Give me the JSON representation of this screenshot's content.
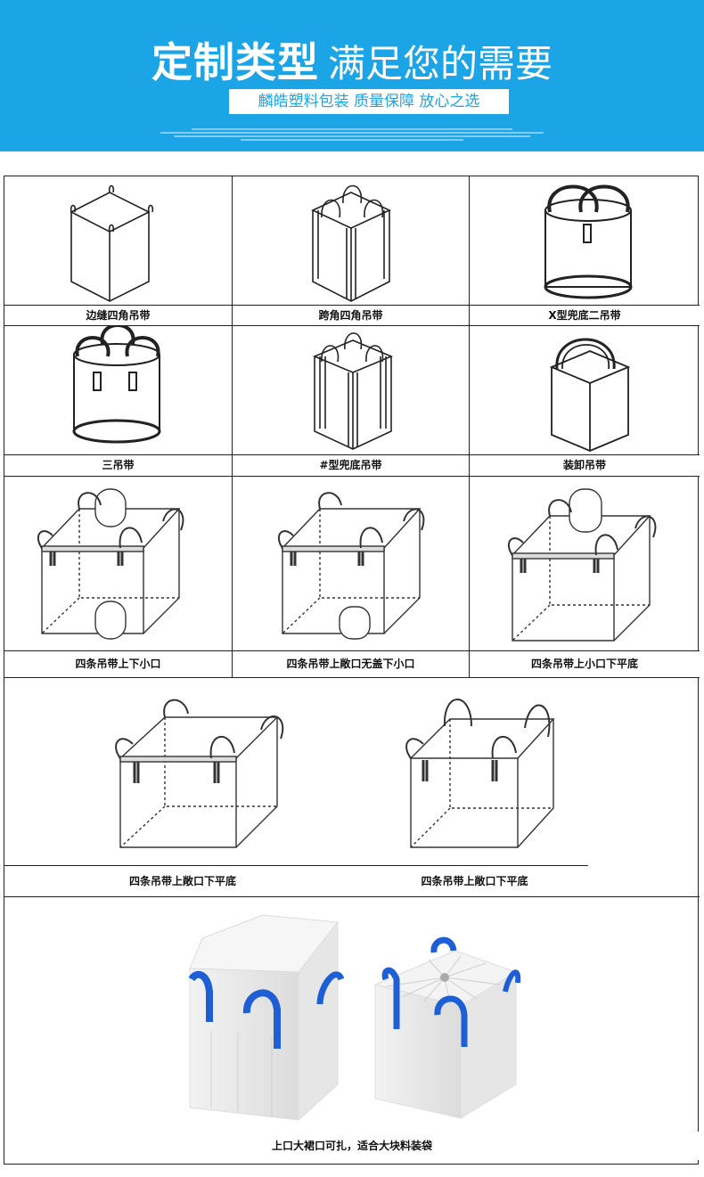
{
  "banner": {
    "title_bold": "定制类型",
    "title_light": "满足您的需要",
    "slogan": "麟皓塑料包装  质量保障  放心之选"
  },
  "colors": {
    "banner_bg": "#1ba5e6",
    "strap_blue": "#1f5fd6"
  },
  "rows": [
    {
      "items": [
        {
          "label": "边缝四角吊带",
          "icon": "cube-bag-corner-loops-icon"
        },
        {
          "label": "跨角四角吊带",
          "icon": "cube-bag-cross-corner-loops-icon"
        },
        {
          "label": "X型兜底二吊带",
          "icon": "round-bag-two-loops-icon"
        }
      ]
    },
    {
      "items": [
        {
          "label": "三吊带",
          "icon": "round-bag-three-loops-icon"
        },
        {
          "label": "#型兜底吊带",
          "icon": "cube-bag-hash-loops-icon"
        },
        {
          "label": "装卸吊带",
          "icon": "cube-bag-single-loop-icon"
        }
      ]
    },
    {
      "items": [
        {
          "label": "四条吊带上下小口",
          "icon": "bag-top-spout-bottom-spout-icon"
        },
        {
          "label": "四条吊带上敞口无盖下小口",
          "icon": "bag-open-top-bottom-spout-icon"
        },
        {
          "label": "四条吊带上小口下平底",
          "icon": "bag-top-spout-flat-bottom-icon"
        }
      ]
    },
    {
      "items": [
        {
          "label": "四条吊带上敞口下平底",
          "icon": "bag-open-top-flat-bottom-icon"
        },
        {
          "label": "四条吊带上敞口下平底",
          "icon": "bag-open-top-flat-bottom-alt-icon"
        }
      ]
    },
    {
      "items": [
        {
          "label": "上口大裙口可扎，适合大块料装袋",
          "icon": "photo-white-bags-blue-straps-icon"
        }
      ]
    }
  ]
}
